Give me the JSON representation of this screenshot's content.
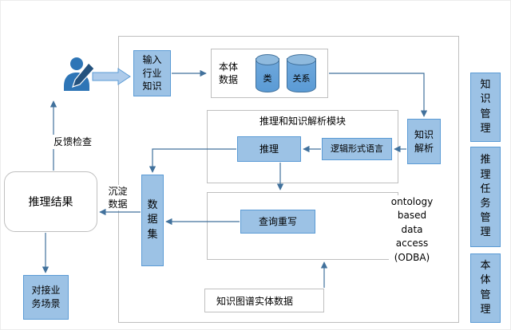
{
  "diagram": {
    "nodes": {
      "input_knowledge": {
        "label": "输入行业知识"
      },
      "ontology_data": {
        "label": "本体数据"
      },
      "cylinder_class": {
        "label": "类"
      },
      "cylinder_relation": {
        "label": "关系"
      },
      "reasoning_module": {
        "title": "推理和知识解析模块"
      },
      "reasoning": {
        "label": "推理"
      },
      "logic_formal_language": {
        "label": "逻辑形式语言"
      },
      "knowledge_parsing": {
        "label": "知识解析"
      },
      "dataset": {
        "label": "数据集"
      },
      "query_rewrite": {
        "label": "查询重写"
      },
      "odba_note": {
        "label": "ontology based data access (ODBA)"
      },
      "kg_entity_data": {
        "label": "知识图谱实体数据"
      },
      "reasoning_result": {
        "label": "推理结果"
      },
      "business_scene": {
        "label": "对接业务场景"
      },
      "knowledge_management": {
        "label": "知识管理"
      },
      "reasoning_task_management": {
        "label": "推理任务管理"
      },
      "ontology_management": {
        "label": "本体管理"
      }
    },
    "edge_labels": {
      "feedback_check": "反馈检查",
      "deposited_data": "沉淀数据"
    },
    "colors": {
      "node_fill": "#9CC2E5",
      "node_border": "#5B9BD5",
      "cylinder_fill": "#5B9BD5",
      "frame_border": "#BFBFBF",
      "arrow": "#41719C"
    }
  }
}
